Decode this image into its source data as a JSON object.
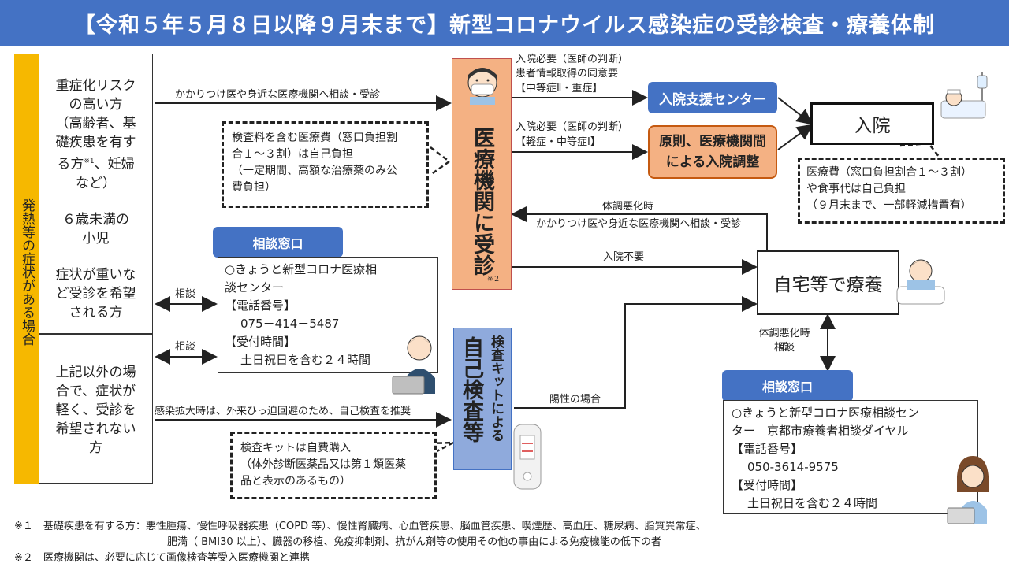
{
  "title": "【令和５年５月８日以降９月末まで】新型コロナウイルス感染症の受診検査・療養体制",
  "side_label": "発熱等の症状がある場合",
  "left_top": {
    "l1": "重症化リスク",
    "l2": "の高い方",
    "l3": "（高齢者、基",
    "l4": "礎疾患を有す",
    "l5": "る方",
    "l5_sup": "※1",
    "l5b": "、妊婦",
    "l6": "など）",
    "l7": "６歳未満の",
    "l8": "小児",
    "l9": "症状が重いな",
    "l10": "ど受診を希望",
    "l11": "される方"
  },
  "left_bottom": {
    "l1": "上記以外の場",
    "l2": "合で、症状が",
    "l3": "軽く、受診を",
    "l4": "希望されない",
    "l5": "方"
  },
  "arrow_labels": {
    "kakaritsuke_top": "かかりつけ医や身近な医療機関へ相談・受診",
    "nyuin_hitsuyo1_a": "入院必要（医師の判断）",
    "nyuin_hitsuyo1_b": "患者情報取得の同意要",
    "nyuin_hitsuyo1_c": "【中等症Ⅱ・重症】",
    "nyuin_hitsuyo2_a": "入院必要（医師の判断）",
    "nyuin_hitsuyo2_b": "【軽症・中等症Ⅰ】",
    "taichou_akka": "体調悪化時",
    "kakaritsuke_back": "かかりつけ医や身近な医療機関へ相談・受診",
    "nyuin_fuyou": "入院不要",
    "soudan1": "相談",
    "soudan2": "相談",
    "taichou_akka_soudan_a": "体調悪化時の",
    "taichou_akka_soudan_b": "相談",
    "kansen_kakudai": "感染拡大時は、外来ひっ迫回避のため、自己検査を推奨",
    "yousei": "陽性の場合"
  },
  "dash_box_1": {
    "l1": "検査料を含む医療費（窓口負担割",
    "l2": "合１～３割）は自己負担",
    "l3": "（一定期間、高額な治療薬のみ公",
    "l4": "費負担）"
  },
  "dash_box_2": {
    "l1": "医療費（窓口負担割合１～３割）",
    "l2": "や食事代は自己負担",
    "l3": "（９月末まで、一部軽減措置有）"
  },
  "dash_box_3": {
    "l1": "検査キットは自費購入",
    "l2": "（体外診断医薬品又は第１類医薬",
    "l3": "品と表示のあるもの）"
  },
  "iryou_kikan": "医療機関に受診",
  "iryou_kikan_note": "※２",
  "nyuin_shien": "入院支援センター",
  "gensoku_a": "原則、医療機関間",
  "gensoku_b": "による入院調整",
  "nyuin": "入院",
  "jitaku": "自宅等で療養",
  "soudan_madoguchi_1": {
    "label": "相談窓口",
    "l1": "○きょうと新型コロナ医療相",
    "l2": "談センター",
    "l3": "【電話番号】",
    "l4": "075－414－5487",
    "l5": "【受付時間】",
    "l6": "土日祝日を含む２４時間"
  },
  "soudan_madoguchi_2": {
    "label": "相談窓口",
    "l1": "○きょうと新型コロナ医療相談セン",
    "l2": "ター　京都市療養者相談ダイヤル",
    "l3": "【電話番号】",
    "l4": "050-3614-9575",
    "l5": "【受付時間】",
    "l6": "土日祝日を含む２４時間"
  },
  "jiko_kensa_small": "検査キットによる",
  "jiko_kensa_big": "自己検査等",
  "notes": {
    "n1": "※１　基礎疾患を有する方：悪性腫瘍、慢性呼吸器疾患（COPD 等）、慢性腎臓病、心血管疾患、脳血管疾患、喫煙歴、高血圧、糖尿病、脂質異常症、",
    "n1b": "肥満（ BMI30 以上）、臓器の移植、免疫抑制剤、抗がん剤等の使用その他の事由による免疫機能の低下の者",
    "n2": "※２　医療機関は、必要に応じて画像検査等受入医療機関と連携"
  },
  "colors": {
    "title_bg": "#4472c4",
    "side_yellow": "#f6b800",
    "orange": "#f4b183",
    "blue_label": "#4472c4",
    "kit_box": "#8faadc"
  },
  "icons": [
    "doctor-mask-icon",
    "hospital-patient-icon",
    "home-sick-icon",
    "operator-man-icon",
    "operator-woman-icon",
    "test-kit-icon"
  ]
}
